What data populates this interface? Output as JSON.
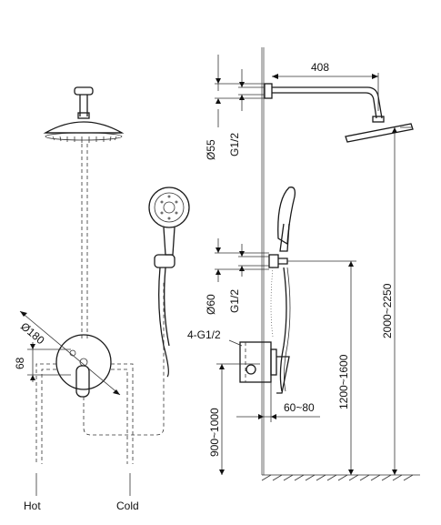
{
  "labels": {
    "hot": "Hot",
    "cold": "Cold",
    "inlets": "4-G1/2"
  },
  "dimensions": {
    "arm_length": "408",
    "head_diameter_front": "Ø180",
    "valve_height": "68",
    "flange_diameter": "Ø55",
    "arm_thread": "G1/2",
    "holder_diameter": "Ø60",
    "holder_thread": "G1/2",
    "total_height": "2000~2250",
    "holder_height": "1200~1600",
    "valve_mount_height": "900~1000",
    "valve_depth": "60~80"
  },
  "colors": {
    "line": "#1a1a1a",
    "background": "#ffffff"
  }
}
